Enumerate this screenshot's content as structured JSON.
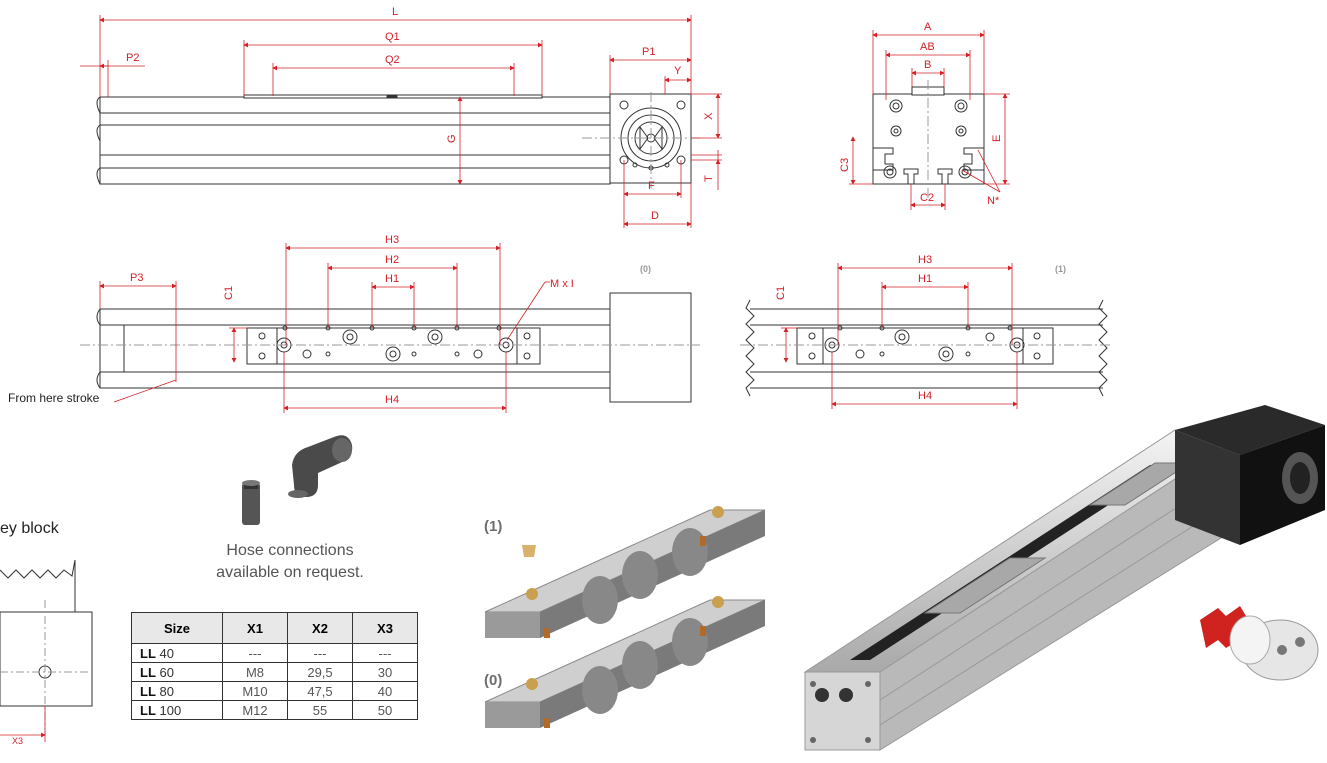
{
  "dimensions": {
    "L": "L",
    "Q1": "Q1",
    "Q2": "Q2",
    "P1": "P1",
    "P2": "P2",
    "P3": "P3",
    "X": "X",
    "Y": "Y",
    "T": "T",
    "G": "G",
    "F": "F",
    "D": "D",
    "A": "A",
    "AB": "AB",
    "B": "B",
    "E": "E",
    "C2": "C2",
    "C3": "C3",
    "N": "N*",
    "H1": "H1",
    "H2": "H2",
    "H3": "H3",
    "H4": "H4",
    "C1": "C1",
    "MxI": "M x I",
    "X3": "X3"
  },
  "variant_tags": {
    "zero": "(0)",
    "one": "(1)"
  },
  "labels": {
    "stroke": "From here stroke",
    "pulley_block": "ey block",
    "hose_line1": "Hose connections",
    "hose_line2": "available on request."
  },
  "photo_labels": {
    "one": "(1)",
    "zero": "(0)"
  },
  "table": {
    "headers": [
      "Size",
      "X1",
      "X2",
      "X3"
    ],
    "rows": [
      {
        "series": "LL",
        "size": "40",
        "x1": "---",
        "x2": "---",
        "x3": "---"
      },
      {
        "series": "LL",
        "size": "60",
        "x1": "M8",
        "x2": "29,5",
        "x3": "30"
      },
      {
        "series": "LL",
        "size": "80",
        "x1": "M10",
        "x2": "47,5",
        "x3": "40"
      },
      {
        "series": "LL",
        "size": "100",
        "x1": "M12",
        "x2": "55",
        "x3": "50"
      }
    ]
  },
  "colors": {
    "dimension": "#d42027",
    "line": "#333333",
    "gray": "#9a9a9a"
  }
}
